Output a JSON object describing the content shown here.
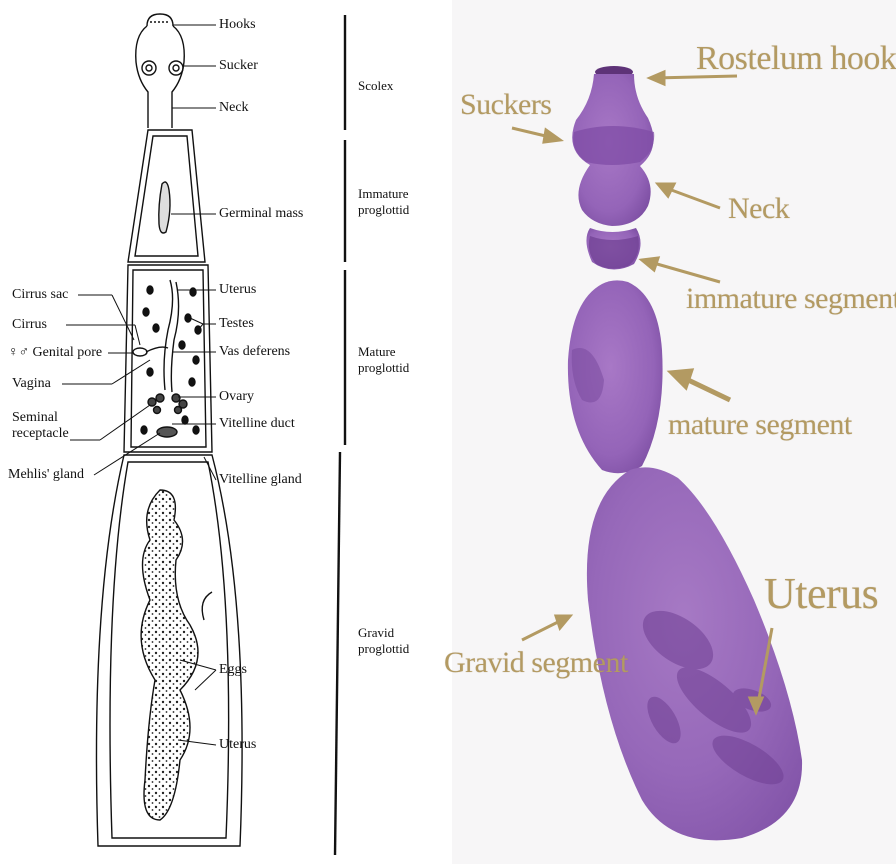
{
  "diagram": {
    "part_labels": {
      "hooks": "Hooks",
      "sucker": "Sucker",
      "neck": "Neck",
      "germinal_mass": "Germinal mass",
      "cirrus_sac": "Cirrus sac",
      "uterus_top": "Uterus",
      "cirrus": "Cirrus",
      "testes": "Testes",
      "genital_pore": "♀♂ Genital pore",
      "vas_deferens": "Vas deferens",
      "vagina": "Vagina",
      "ovary": "Ovary",
      "seminal_receptacle": "Seminal receptacle",
      "vitelline_duct": "Vitelline duct",
      "mehlis_gland": "Mehlis' gland",
      "vitelline_gland": "Vitelline gland",
      "eggs": "Eggs",
      "uterus_bottom": "Uterus"
    },
    "stage_labels": {
      "scolex": "Scolex",
      "immature": "Immature proglottid",
      "mature": "Mature proglottid",
      "gravid": "Gravid proglottid"
    }
  },
  "photo": {
    "labels": {
      "rostelum_hooks": "Rostelum hooks",
      "suckers": "Suckers",
      "neck": "Neck",
      "immature_segment": "immature segment",
      "mature_segment": "mature segment",
      "uterus": "Uterus",
      "gravid_segment": "Gravid segment"
    },
    "colors": {
      "label": "#b39a62",
      "specimen": "#8e5bb0",
      "specimen_dark": "#6d3f8f"
    }
  }
}
